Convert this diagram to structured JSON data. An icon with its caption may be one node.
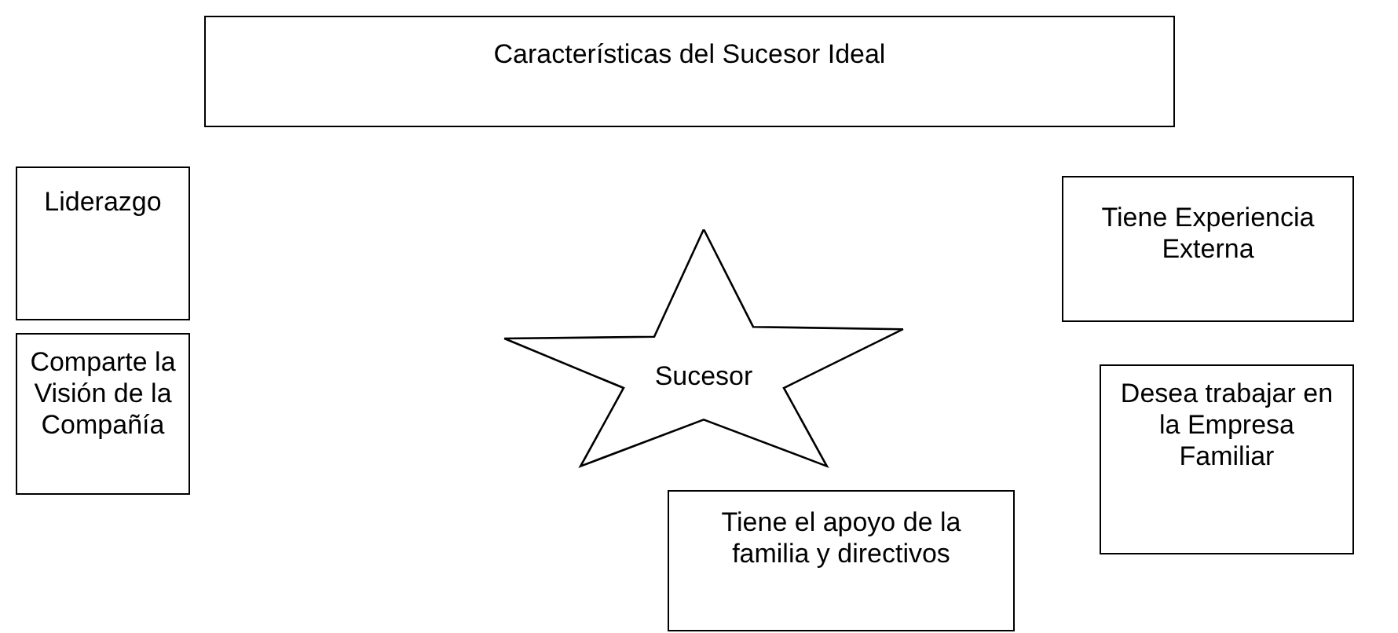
{
  "diagram": {
    "nodes": [
      {
        "text": [
          "Características del Sucesor Ideal"
        ]
      },
      {
        "text": [
          "Liderazgo"
        ]
      },
      {
        "text": [
          "Tiene Experiencia Externa"
        ]
      },
      {
        "text": [
          "Sucesor"
        ]
      },
      {
        "text": [
          "Comparte la Visión de la Compañía"
        ]
      },
      {
        "text": [
          "Desea trabajar en la Empresa Familiar"
        ]
      },
      {
        "text": [
          "Tiene el apoyo de la familia y directivos"
        ]
      }
    ]
  }
}
